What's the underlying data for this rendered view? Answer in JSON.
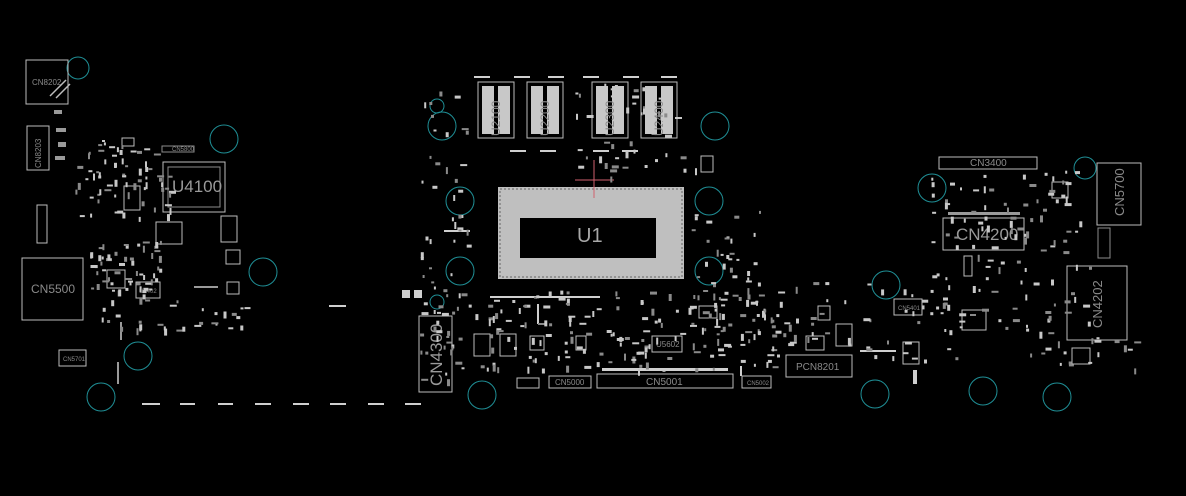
{
  "components": {
    "u1": "U1",
    "u4100": "U4100",
    "cn5500": "CN5500",
    "cn4300": "CN4300",
    "cn4200": "CN4200",
    "cn4202": "CN4202",
    "cn5700": "CN5700",
    "cn3400": "CN3400",
    "cn5001": "CN5001",
    "cn5000": "CN5000",
    "cn5002": "CN5002",
    "pcn8201": "PCN8201",
    "u5602": "U5602",
    "cn8202": "CN8202",
    "cn8203": "CN8203",
    "cn5701": "CN5701",
    "u5402": "U5402",
    "cn5401": "CN5401",
    "cn5800": "CN5800",
    "u2100": "U2100",
    "u2200": "U2200",
    "u2300": "U2300",
    "u2400": "U2400"
  },
  "colors": {
    "background": "#000000",
    "silkscreen": "#bdbdbd",
    "mounting_hole": "#1f8f96",
    "cursor": "#d0606e"
  }
}
